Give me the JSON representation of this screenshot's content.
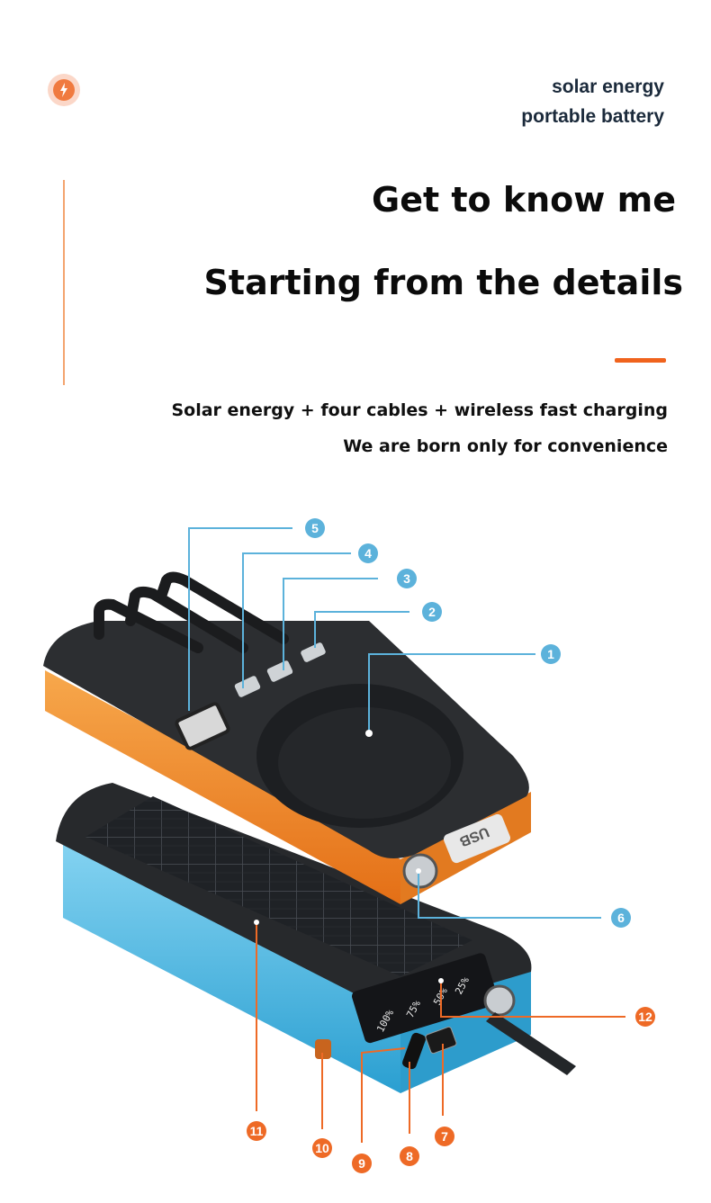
{
  "header": {
    "brand_line1": "solar energy",
    "brand_line2": "portable battery"
  },
  "headline": {
    "line1": "Get to know me",
    "line2": "Starting from the details"
  },
  "tagline": {
    "line1": "Solar energy + four cables + wireless fast charging",
    "line2": "We are born only for convenience"
  },
  "display_labels": [
    "100%",
    "75%",
    "50%",
    "25%"
  ],
  "port_label": "USB",
  "callouts": {
    "c1": "1",
    "c2": "2",
    "c3": "3",
    "c4": "4",
    "c5": "5",
    "c6": "6",
    "c7": "7",
    "c8": "8",
    "c9": "9",
    "c10": "10",
    "c11": "11",
    "c12": "12"
  },
  "colors": {
    "callout_blue": "#5cb2db",
    "callout_orange": "#ee6a26",
    "accent_orange": "#f0631d",
    "top_unit_trim": "#f08a2a",
    "bottom_unit_trim": "#3fb6e0"
  }
}
